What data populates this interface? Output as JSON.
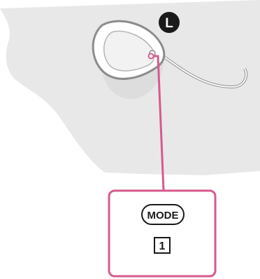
{
  "side_marker": {
    "label": "L"
  },
  "callout": {
    "button_label": "MODE",
    "step_number": "1"
  },
  "colors": {
    "head": "#e8e8e8",
    "head_shading": "#d2d2d2",
    "outline": "#8c8c8c",
    "callout_border": "#d65a8e",
    "marker_fill": "#1a1a1a",
    "marker_text": "#ffffff",
    "text": "#1a1a1a"
  },
  "icons": {
    "side_marker": "circle-letter-icon",
    "headphone": "headphone-earpiece-icon",
    "mode_button": "rounded-button-icon",
    "step_box": "numbered-square-icon"
  }
}
